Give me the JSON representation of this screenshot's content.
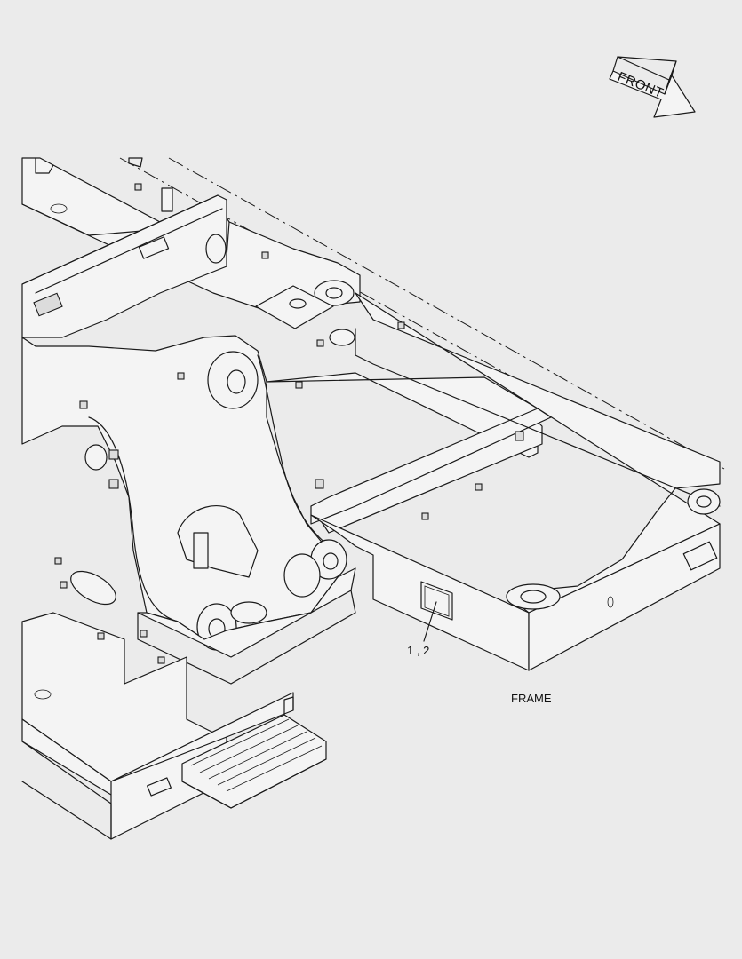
{
  "arrow": {
    "label": "FRONT"
  },
  "callout": {
    "label": "1 , 2"
  },
  "caption": {
    "label": "FRAME"
  }
}
